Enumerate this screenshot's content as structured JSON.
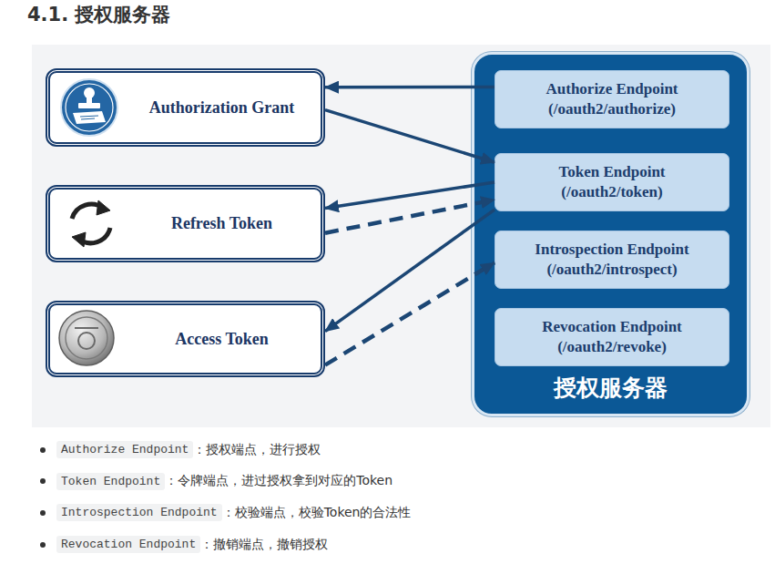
{
  "diagram": {
    "title": "4.1. 授权服务器",
    "nodes": [
      {
        "text": [
          "Authorization Grant"
        ]
      },
      {
        "text": [
          "Refresh Token"
        ]
      },
      {
        "text": [
          "Access Token"
        ]
      },
      {
        "text": [
          "授权服务器"
        ]
      },
      {
        "text": [
          "Authorize Endpoint",
          "(/oauth2/authorize)"
        ],
        "in": 3
      },
      {
        "text": [
          "Token Endpoint",
          "(/oauth2/token)"
        ],
        "in": 3
      },
      {
        "text": [
          "Introspection Endpoint",
          "(/oauth2/introspect)"
        ],
        "in": 3
      },
      {
        "text": [
          "Revocation Endpoint",
          "(/oauth2/revoke)"
        ],
        "in": 3
      }
    ],
    "edges": [
      {
        "from": 4,
        "to": 0,
        "arrow": "to"
      },
      {
        "from": 0,
        "to": 5,
        "arrow": "to"
      },
      {
        "from": 5,
        "to": 1,
        "arrow": "to"
      },
      {
        "from": 1,
        "to": 5,
        "arrow": "to"
      },
      {
        "from": 5,
        "to": 2,
        "arrow": "to"
      },
      {
        "from": 2,
        "to": 6,
        "arrow": "to"
      }
    ],
    "labels": [
      "Authorize Endpoint",
      "：授权端点，进行授权",
      "Token Endpoint",
      "：令牌端点，进过授权拿到对应的Token",
      "Introspection Endpoint",
      "：校验端点，校验Token的合法性",
      "Revocation Endpoint",
      "：撤销端点，撤销授权"
    ]
  }
}
